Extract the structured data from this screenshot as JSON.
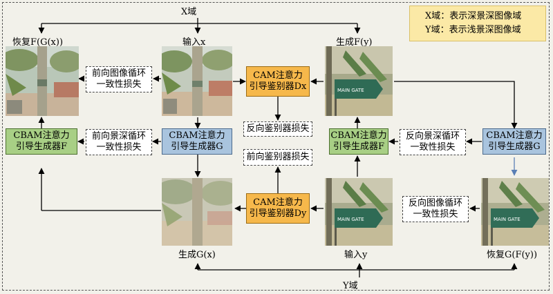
{
  "domains": {
    "x": "X域",
    "y": "Y域"
  },
  "legend": [
    "X域：表示深景深图像域",
    "Y域：表示浅景深图像域"
  ],
  "images": {
    "rec_x": "恢复F(G(x))",
    "input_x": "输入x",
    "gen_fy": "生成F(y)",
    "gen_gx": "生成G(x)",
    "input_y": "输入y",
    "rec_y": "恢复G(F(y))",
    "sign_text": "MAIN GATE"
  },
  "discriminators": {
    "dx_line1": "CAM注意力",
    "dx_line2": "引导鉴别器Dx",
    "dy_line1": "CAM注意力",
    "dy_line2": "引导鉴别器Dy"
  },
  "generators": {
    "f_left_1": "CBAM注意力",
    "f_left_2": "引导生成器F",
    "g_mid_1": "CBAM注意力",
    "g_mid_2": "引导生成器G",
    "f_right_1": "CBAM注意力",
    "f_right_2": "引导生成器F",
    "g_right_1": "CBAM注意力",
    "g_right_2": "引导生成器G"
  },
  "losses": {
    "fwd_cycle_1": "前向图像循环",
    "fwd_cycle_2": "一致性损失",
    "fwd_depth_1": "前向景深循环",
    "fwd_depth_2": "一致性损失",
    "rev_disc": "反向鉴别器损失",
    "fwd_disc": "前向鉴别器损失",
    "rev_depth_1": "反向景深循环",
    "rev_depth_2": "一致性损失",
    "rev_cycle_1": "反向图像循环",
    "rev_cycle_2": "一致性损失"
  },
  "colors": {
    "background": "#f2f1ea",
    "generator_green": "#a8cf85",
    "generator_blue": "#a9c4de",
    "discriminator_orange": "#f6b84b",
    "legend_yellow": "#fbe9a6"
  }
}
